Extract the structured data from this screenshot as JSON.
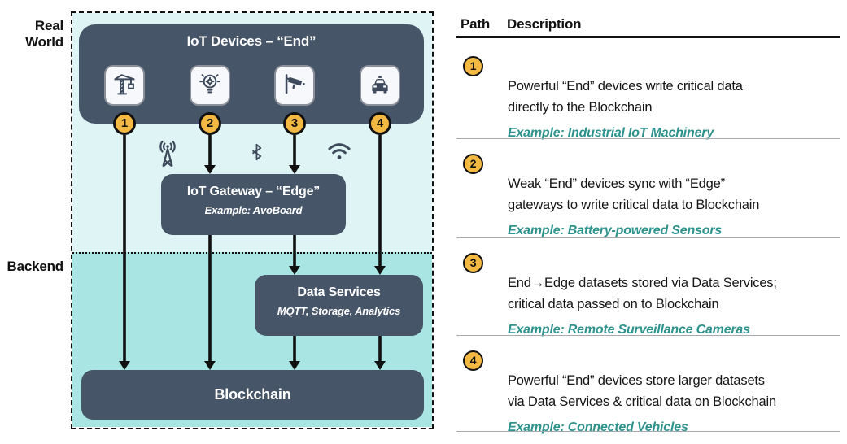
{
  "colors": {
    "slate": "#475569",
    "real_world_bg": "#DFF5F5",
    "backend_bg": "#A9E6E3",
    "badge_yellow": "#F4B942",
    "example_teal": "#2E938C",
    "line_black": "#111111"
  },
  "diagram": {
    "zone_labels": {
      "real_world": "Real\nWorld",
      "backend": "Backend"
    },
    "iot_devices": {
      "title": "IoT Devices – “End”",
      "device_icons": [
        "crane",
        "smart-bulb",
        "cctv-camera",
        "car"
      ]
    },
    "paths": [
      "1",
      "2",
      "3",
      "4"
    ],
    "connectivity_icons": [
      "cell-tower",
      "bluetooth",
      "wifi"
    ],
    "gateway": {
      "title": "IoT Gateway – “Edge”",
      "subtitle": "Example: AvoBoard"
    },
    "data_services": {
      "title": "Data Services",
      "subtitle": "MQTT, Storage, Analytics"
    },
    "blockchain": {
      "title": "Blockchain"
    }
  },
  "table": {
    "headers": {
      "path": "Path",
      "description": "Description"
    },
    "rows": [
      {
        "num": "1",
        "text": "Powerful “End” devices write critical data\ndirectly to the Blockchain",
        "example": "Example: Industrial IoT Machinery"
      },
      {
        "num": "2",
        "text": "Weak “End” devices sync with “Edge”\ngateways to write critical data to Blockchain",
        "example": "Example: Battery-powered Sensors"
      },
      {
        "num": "3",
        "text": "End→Edge datasets stored via Data Services;\ncritical data passed on to Blockchain",
        "example": "Example: Remote Surveillance Cameras"
      },
      {
        "num": "4",
        "text": "Powerful “End” devices store larger datasets\nvia Data Services & critical data on Blockchain",
        "example": "Example: Connected Vehicles"
      }
    ]
  }
}
